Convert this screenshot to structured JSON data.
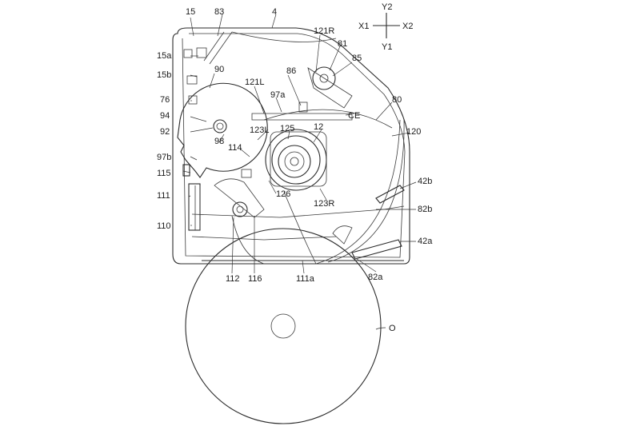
{
  "figure": {
    "axis_labels": {
      "y2": "Y2",
      "x1": "X1",
      "x2": "X2",
      "y1": "Y1"
    },
    "labels": [
      "15",
      "83",
      "4",
      "121R",
      "81",
      "15a",
      "85",
      "15b",
      "90",
      "86",
      "121L",
      "76",
      "97a",
      "80",
      "94",
      "CE",
      "123L",
      "125",
      "12",
      "120",
      "92",
      "98",
      "114",
      "97b",
      "115",
      "126",
      "42b",
      "111",
      "123R",
      "82b",
      "110",
      "42a",
      "112",
      "116",
      "111a",
      "82a",
      "O"
    ]
  }
}
